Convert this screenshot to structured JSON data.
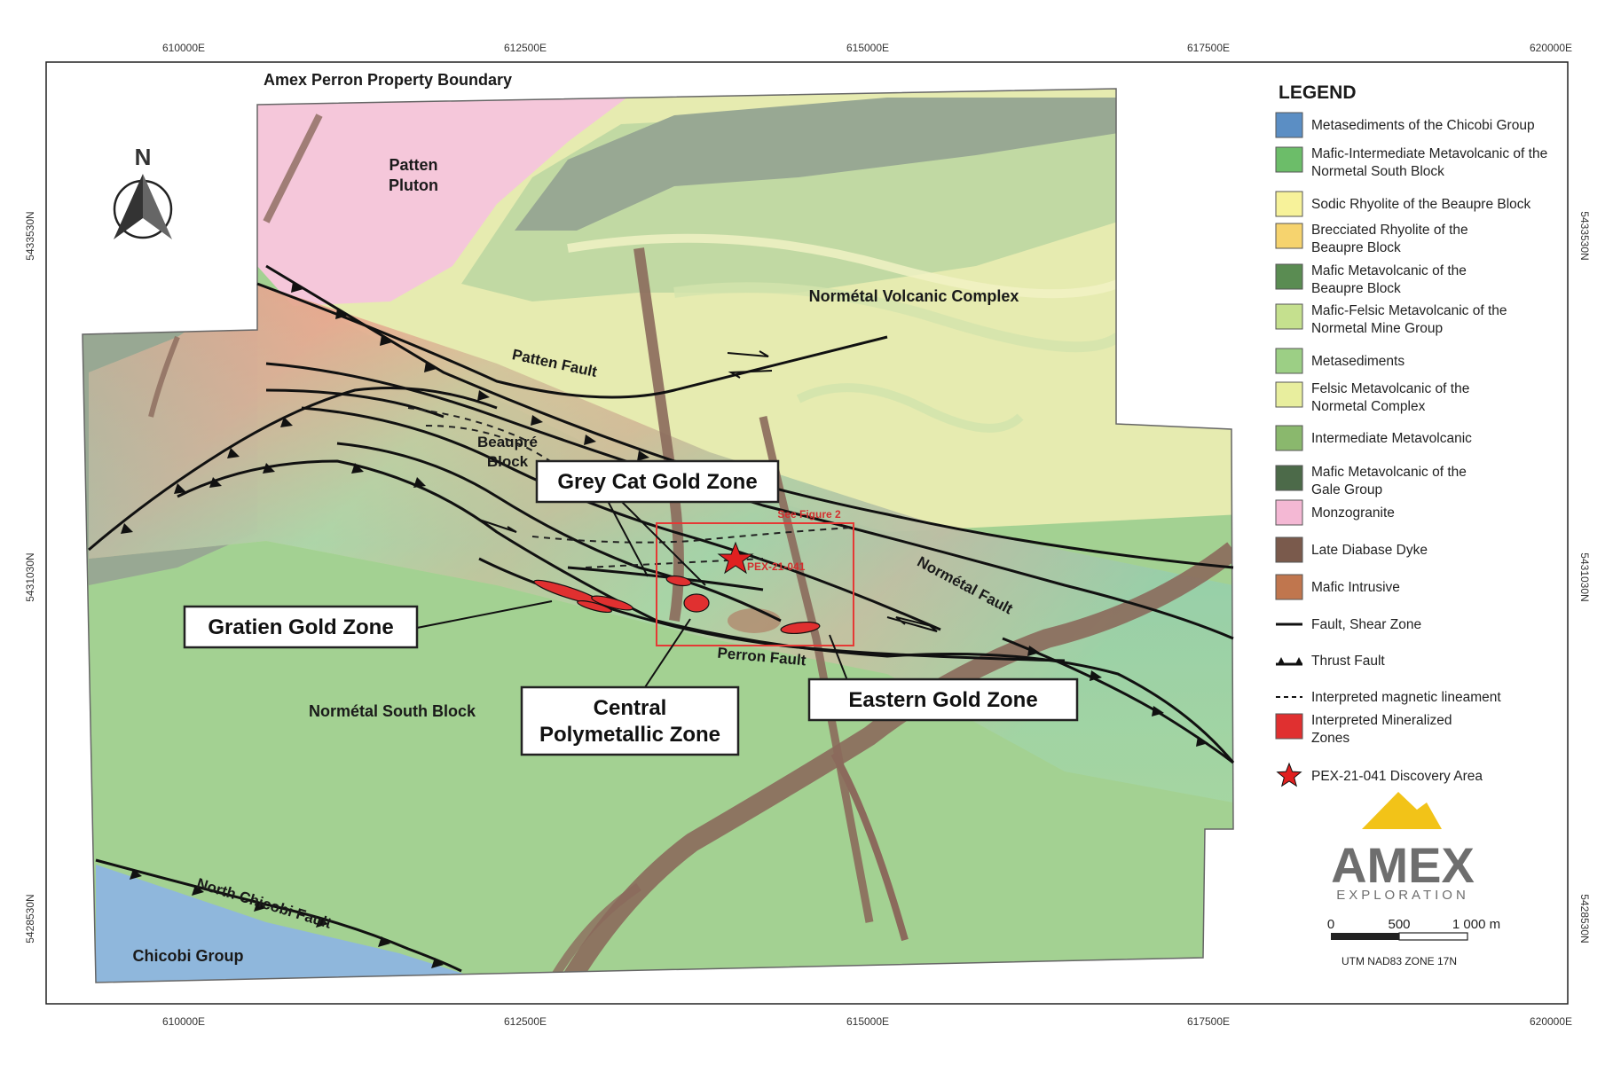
{
  "map": {
    "property_label": "Amex Perron Property Boundary",
    "north_letter": "N",
    "coords_top": [
      "610000E",
      "612500E",
      "615000E",
      "617500E",
      "620000E"
    ],
    "coords_bottom": [
      "610000E",
      "612500E",
      "615000E",
      "617500E",
      "620000E"
    ],
    "coords_left": [
      "5433530N",
      "5431030N",
      "5428530N"
    ],
    "coords_right": [
      "5433530N",
      "5431030N",
      "5428530N"
    ],
    "labels": {
      "patten_pluton_1": "Patten",
      "patten_pluton_2": "Pluton",
      "normetal_volcanic": "Normétal Volcanic Complex",
      "patten_fault": "Patten Fault",
      "beaupre_1": "Beaupré",
      "beaupre_2": "Block",
      "normetal_fault": "Normétal Fault",
      "perron_fault": "Perron Fault",
      "normetal_south": "Normétal South Block",
      "north_chicobi": "North Chicobi Fault",
      "chicobi_group": "Chicobi Group",
      "see_figure": "See Figure 2",
      "pex_label": "PEX-21-041"
    },
    "callouts": {
      "grey_cat": "Grey Cat Gold Zone",
      "gratien": "Gratien Gold Zone",
      "central_1": "Central",
      "central_2": "Polymetallic Zone",
      "eastern": "Eastern Gold Zone"
    }
  },
  "legend": {
    "title": "LEGEND",
    "items": [
      {
        "lines": [
          "Metasediments of the Chicobi Group"
        ],
        "color": "#5b8ec4",
        "kind": "box"
      },
      {
        "lines": [
          "Mafic-Intermediate Metavolcanic of the",
          "Normetal South Block"
        ],
        "color": "#6cbd69",
        "kind": "box"
      },
      {
        "lines": [
          "Sodic Rhyolite of the Beaupre Block"
        ],
        "color": "#f7f29a",
        "kind": "box"
      },
      {
        "lines": [
          "Brecciated Rhyolite of the",
          "Beaupre Block"
        ],
        "color": "#f6d36e",
        "kind": "box"
      },
      {
        "lines": [
          "Mafic Metavolcanic of the",
          "Beaupre Block"
        ],
        "color": "#5a8c52",
        "kind": "box"
      },
      {
        "lines": [
          "Mafic-Felsic Metavolcanic of the",
          "Normetal Mine Group"
        ],
        "color": "#c5e08e",
        "kind": "box"
      },
      {
        "lines": [
          "Metasediments"
        ],
        "color": "#9ccf85",
        "kind": "box"
      },
      {
        "lines": [
          "Felsic Metavolcanic of the",
          "Normetal Complex"
        ],
        "color": "#e8ee9e",
        "kind": "box"
      },
      {
        "lines": [
          "Intermediate Metavolcanic"
        ],
        "color": "#8ab86d",
        "kind": "box"
      },
      {
        "lines": [
          "Mafic Metavolcanic of the",
          "Gale Group"
        ],
        "color": "#4c6a49",
        "kind": "box"
      },
      {
        "lines": [
          "Monzogranite"
        ],
        "color": "#f4b8d4",
        "kind": "box"
      },
      {
        "lines": [
          "Late Diabase Dyke"
        ],
        "color": "#7a5a4c",
        "kind": "box"
      },
      {
        "lines": [
          "Mafic Intrusive"
        ],
        "color": "#c0764e",
        "kind": "box"
      },
      {
        "lines": [
          "Fault, Shear Zone"
        ],
        "color": "#111111",
        "kind": "line"
      },
      {
        "lines": [
          "Thrust Fault"
        ],
        "color": "#111111",
        "kind": "thrust"
      },
      {
        "lines": [
          "Interpreted magnetic lineament"
        ],
        "color": "#111111",
        "kind": "dash"
      },
      {
        "lines": [
          "Interpreted Mineralized",
          "Zones"
        ],
        "color": "#e03030",
        "kind": "box"
      },
      {
        "lines": [
          "PEX-21-041 Discovery Area"
        ],
        "color": "#e02020",
        "kind": "star"
      }
    ]
  },
  "logo": {
    "name": "AMEX",
    "subtitle": "EXPLORATION",
    "accent": "#f2c318",
    "text_color": "#6e6e6e"
  },
  "scalebar": {
    "ticks": [
      "0",
      "500",
      "1 000 m"
    ],
    "projection": "UTM NAD83 ZONE 17N"
  },
  "colors": {
    "chicobi": "#8fb7dc",
    "south_block": "#a3d192",
    "monzogranite": "#f5c7da",
    "gale": "#98a893",
    "volcanic_light": "#e6ebb0",
    "volcanic_mid": "#c1d9a3",
    "dyke": "#8b6a5c",
    "mineralized": "#e03030",
    "box_red": "#e53935"
  }
}
